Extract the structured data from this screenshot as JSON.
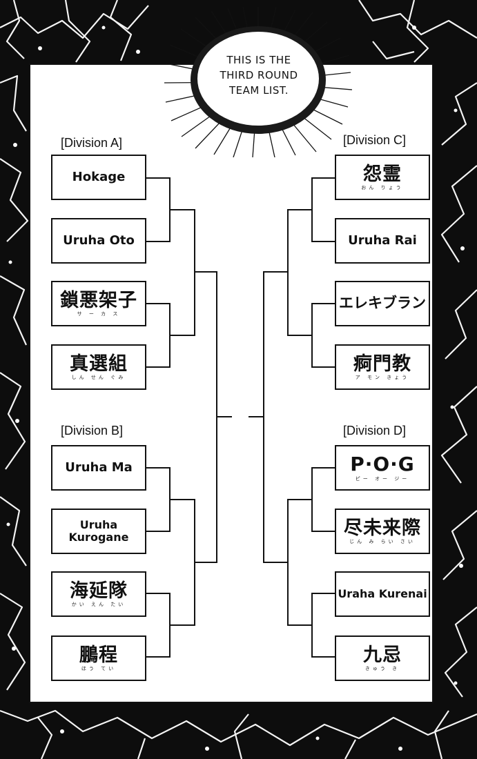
{
  "speech": {
    "line1": "THIS IS THE",
    "line2": "THIRD ROUND",
    "line3": "TEAM LIST."
  },
  "divisions": {
    "a": {
      "label": "[Division A]",
      "teams": [
        {
          "name": "Hokage",
          "ruby": ""
        },
        {
          "name": "Uruha Oto",
          "ruby": ""
        },
        {
          "name": "鎖悪架子",
          "ruby": "サ ー カ ス"
        },
        {
          "name": "真選組",
          "ruby": "しん せん ぐみ"
        }
      ]
    },
    "b": {
      "label": "[Division B]",
      "teams": [
        {
          "name": "Uruha Ma",
          "ruby": ""
        },
        {
          "name": "Uruha Kurogane",
          "ruby": ""
        },
        {
          "name": "海延隊",
          "ruby": "かい えん たい"
        },
        {
          "name": "鵬程",
          "ruby": "ほう てい"
        }
      ]
    },
    "c": {
      "label": "[Division C]",
      "teams": [
        {
          "name": "怨霊",
          "ruby": "おん りょう"
        },
        {
          "name": "Uruha Rai",
          "ruby": ""
        },
        {
          "name": "エレキブラン",
          "ruby": ""
        },
        {
          "name": "痾門教",
          "ruby": "ア モン きょう"
        }
      ]
    },
    "d": {
      "label": "[Division D]",
      "teams": [
        {
          "name": "P·O·G",
          "ruby": "ピー オー ジー"
        },
        {
          "name": "尽未来際",
          "ruby": "じん み らい さい"
        },
        {
          "name": "Uraha Kurenai",
          "ruby": ""
        },
        {
          "name": "九忌",
          "ruby": "きゅう き"
        }
      ]
    }
  },
  "colors": {
    "background": "#0d0d0d",
    "crack": "#ffffff",
    "panel": "#ffffff",
    "ink": "#111111"
  }
}
